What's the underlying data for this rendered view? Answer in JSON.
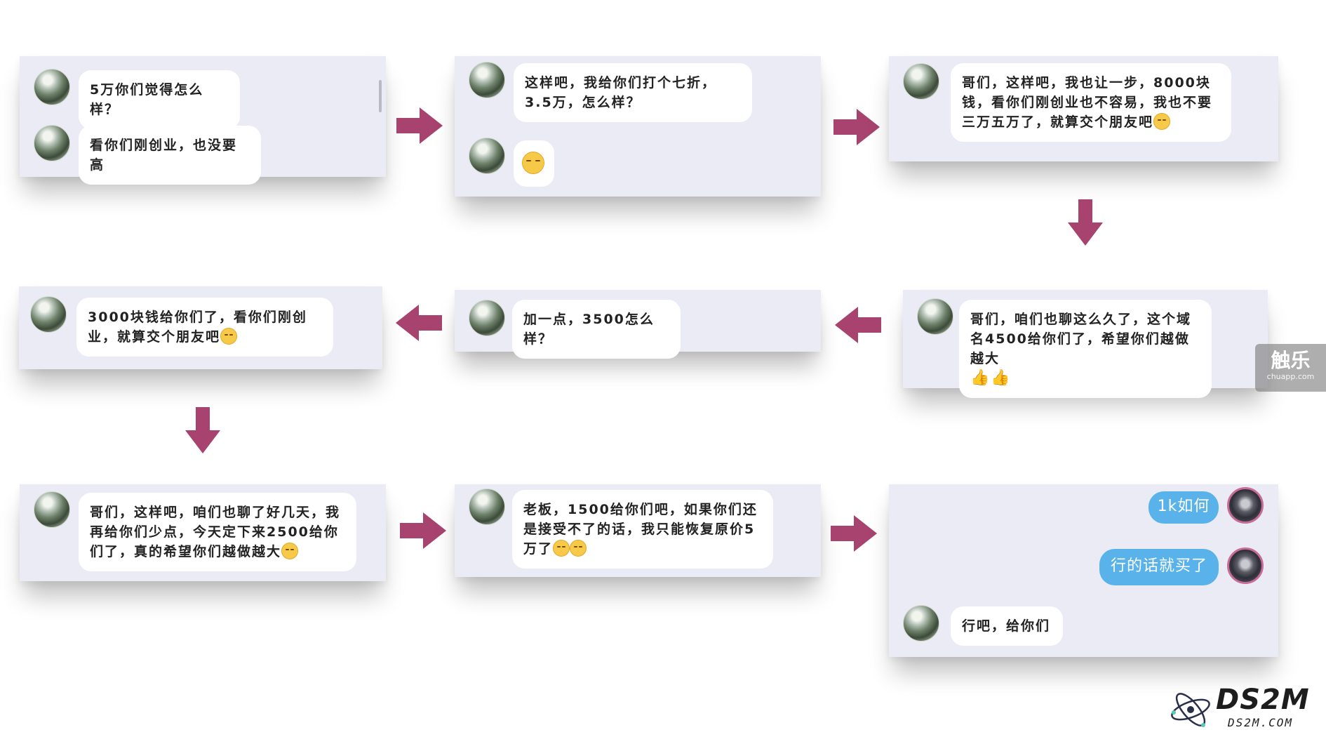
{
  "panels": [
    {
      "messages": [
        "5万你们觉得怎么样？",
        "看你们刚创业，也没要高"
      ]
    },
    {
      "messages": [
        "这样吧，我给你们打个七折，3.5万，怎么样？"
      ]
    },
    {
      "messages": [
        "哥们，这样吧，我也让一步，8000块钱，看你们刚创业也不容易，我也不要三万五万了，就算交个朋友吧"
      ]
    },
    {
      "messages": [
        "3000块钱给你们了，看你们刚创业，就算交个朋友吧"
      ]
    },
    {
      "messages": [
        "加一点，3500怎么样？"
      ]
    },
    {
      "messages": [
        "哥们，咱们也聊这么久了，这个域名4500给你们了，希望你们越做越大"
      ]
    },
    {
      "messages": [
        "哥们，这样吧，咱们也聊了好几天，我再给你们少点，今天定下来2500给你们了，真的希望你们越做越大"
      ]
    },
    {
      "messages": [
        "老板，1500给你们吧，如果你们还是接受不了的话，我只能恢复原价5万了"
      ]
    },
    {
      "messages": [
        "1k如何",
        "行的话就买了",
        "行吧，给你们"
      ]
    }
  ],
  "watermark": {
    "title": "触乐",
    "subtitle": "chuapp.com"
  },
  "logo": {
    "text": "DS2M",
    "subtitle": "DS2M.COM"
  },
  "colors": {
    "panel_bg": "#ebebf5",
    "arrow": "#a8436f",
    "self_bubble": "#59b3ea"
  }
}
